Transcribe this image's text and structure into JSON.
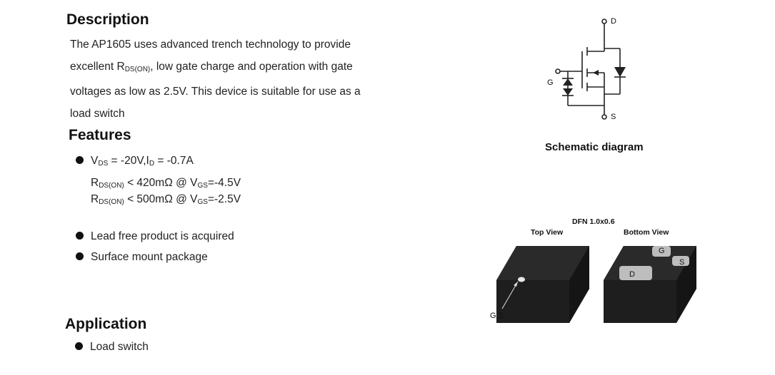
{
  "description": {
    "heading": "Description",
    "lines": [
      "The AP1605 uses advanced trench technology to provide",
      "excellent R",
      ", low gate charge and operation with gate",
      "voltages as low as 2.5V. This device is suitable for use as a",
      "load switch"
    ],
    "rds_sub": "DS(ON)"
  },
  "features": {
    "heading": "Features",
    "vds_label": "V",
    "vds_sub": "DS",
    "vds_value": " = -20V,I",
    "id_sub": "D",
    "id_value": " = -0.7A",
    "rds1_r": "R",
    "rds1_sub": "DS(ON)",
    "rds1_mid": " < 420mΩ @ V",
    "rds1_vsub": "GS",
    "rds1_end": "=-4.5V",
    "rds2_r": "R",
    "rds2_sub": "DS(ON)",
    "rds2_mid": " < 500mΩ @ V",
    "rds2_vsub": "GS",
    "rds2_end": "=-2.5V",
    "items": [
      "Lead free product is acquired",
      "Surface mount package"
    ]
  },
  "application": {
    "heading": "Application",
    "items": [
      "Load switch"
    ]
  },
  "schematic": {
    "caption": "Schematic diagram",
    "pin_d": "D",
    "pin_g": "G",
    "pin_s": "S"
  },
  "package": {
    "name": "DFN 1.0x0.6",
    "top_view": "Top View",
    "bottom_view": "Bottom View",
    "pin_gs": "G,S",
    "pad_g": "G",
    "pad_s": "S",
    "pad_d": "D",
    "colors": {
      "body": "#1e1e1e",
      "pad": "#bdbdbd"
    }
  }
}
